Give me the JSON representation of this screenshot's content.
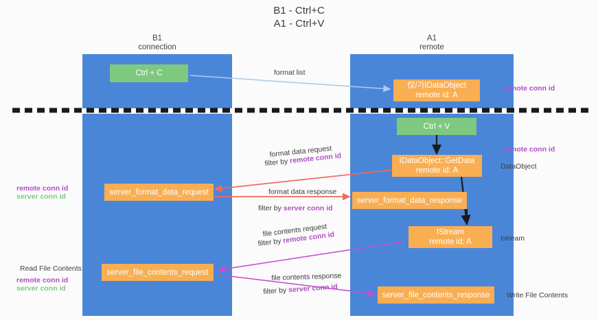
{
  "diagram": {
    "title_line1": "B1 - Ctrl+C",
    "title_line2": "A1 - Ctrl+V",
    "lanes": [
      {
        "name": "B1",
        "role": "connection"
      },
      {
        "name": "A1",
        "role": "remote"
      }
    ],
    "nodes": {
      "ctrl_c": {
        "label": "Ctrl + C",
        "color": "#7ec97f"
      },
      "idataobject": {
        "line1": "仅/가IDataObject",
        "line2": "remote id: A",
        "color": "#f9ae52"
      },
      "ctrl_v": {
        "label": "Ctrl + V",
        "color": "#7ec97f"
      },
      "getdata": {
        "line1": "IDataObject::GetData",
        "line2": "remote id: A",
        "color": "#f9ae52"
      },
      "server_format_data_request": {
        "label": "server_format_data_request",
        "color": "#f9ae52"
      },
      "server_format_data_response": {
        "label": "server_format_data_response",
        "color": "#f9ae52"
      },
      "istream": {
        "line1": "IStream",
        "line2": "remote id: A",
        "color": "#f9ae52"
      },
      "server_file_contents_request": {
        "label": "server_file_contents_request",
        "color": "#f9ae52"
      },
      "server_file_contents_response": {
        "label": "server_file_contents_response",
        "color": "#f9ae52"
      }
    },
    "edges": {
      "format_list": {
        "label": "format list",
        "color": "#a8cdee"
      },
      "format_data_request": {
        "label": "format data request",
        "filter_prefix": "filter by ",
        "filter_key": "remote conn id",
        "color": "#f4685c"
      },
      "format_data_response": {
        "label": "format data response",
        "filter_prefix": "filter by ",
        "filter_key": "server conn id",
        "color": "#f4685c"
      },
      "file_contents_request": {
        "label": "file contents request",
        "filter_prefix": "filter by ",
        "filter_key": "remote conn id",
        "color": "#c84fd0"
      },
      "file_contents_response": {
        "label": "file contents response",
        "filter_prefix": "filter by ",
        "filter_key": "server conn id",
        "color": "#c84fd0"
      }
    },
    "annotations": {
      "remote_conn_id_top": "remote conn id",
      "remote_conn_id_mid": "remote conn id",
      "dataobject": "DataObject",
      "istream_side": "Istream",
      "write_file_contents": "Write File Contents",
      "read_file_contents": "Read File Contents",
      "left_remote_conn_id_1": "remote conn id",
      "left_server_conn_id_1": "server conn id",
      "left_remote_conn_id_2": "remote conn id",
      "left_server_conn_id_2": "server conn id"
    },
    "colors": {
      "lane": "#4a86d8",
      "green_node": "#7ec97f",
      "orange_node": "#f9ae52",
      "purple_text": "#b04fc4",
      "green_text": "#7ec97f",
      "red_arrow": "#f4685c",
      "magenta_arrow": "#c84fd0",
      "blue_arrow": "#a8cdee",
      "separator": "#1a1a1a"
    }
  }
}
